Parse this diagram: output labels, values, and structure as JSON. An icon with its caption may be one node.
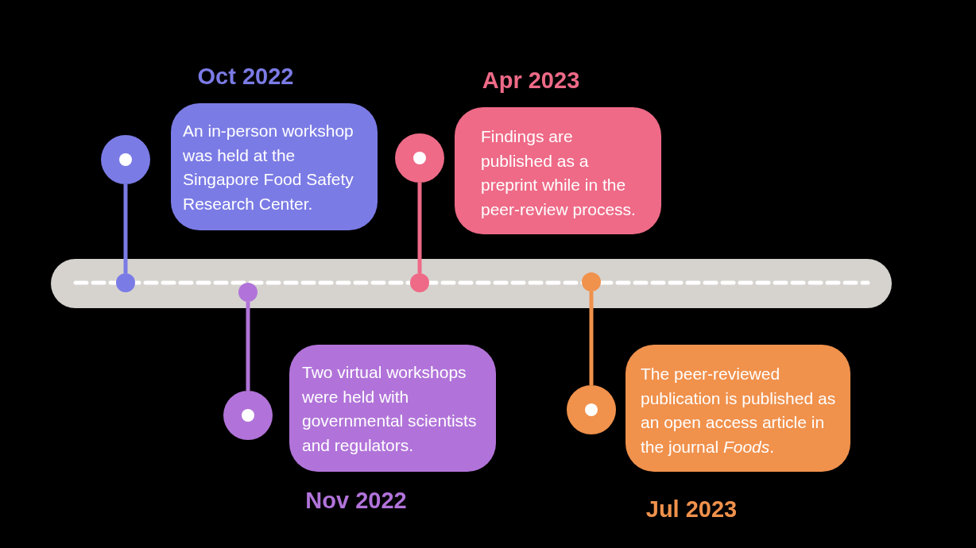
{
  "diagram": {
    "nodes": [
      {
        "text": [
          "Oct 2022",
          "An in-person workshop was held at the Singapore Food Safety Research Center."
        ]
      },
      {
        "text": [
          "Two virtual workshops were held with governmental scientists and regulators.",
          "Nov 2022"
        ]
      },
      {
        "text": [
          "Apr 2023",
          "Findings are published as a preprint while in the peer-review process."
        ]
      },
      {
        "text": [
          "The peer-reviewed publication is published as an open access article in the journal *Foods*.",
          "Jul 2023"
        ]
      },
      {
        "text": [],
        "shape": "circle"
      },
      {
        "text": [],
        "shape": "circle"
      },
      {
        "text": [],
        "shape": "circle"
      },
      {
        "text": [],
        "shape": "circle"
      },
      {
        "text": [],
        "shape": "circle"
      },
      {
        "text": [],
        "shape": "circle"
      },
      {
        "text": [],
        "shape": "circle"
      },
      {
        "text": [],
        "shape": "circle"
      }
    ],
    "edges": [
      {
        "from": 4,
        "to": 5,
        "arrow": "none",
        "color": "#7b7be6"
      },
      {
        "from": 6,
        "to": 7,
        "arrow": "none",
        "color": "#b173d9"
      },
      {
        "from": 8,
        "to": 9,
        "arrow": "none",
        "color": "#ee6a87"
      },
      {
        "from": 10,
        "to": 11,
        "arrow": "none",
        "color": "#f0914c"
      }
    ]
  }
}
